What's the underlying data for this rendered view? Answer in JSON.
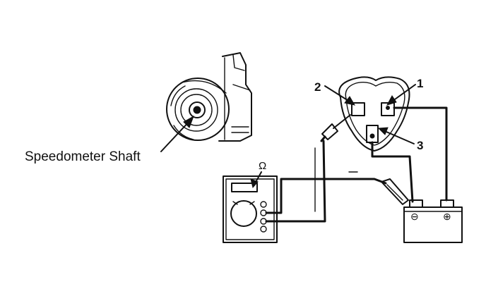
{
  "labels": {
    "shaft": "Speedometer Shaft",
    "terminal_1": "1",
    "terminal_2": "2",
    "terminal_3": "3",
    "ohmmeter_symbol": "Ω",
    "battery_negative": "⊖",
    "battery_positive": "⊕"
  }
}
